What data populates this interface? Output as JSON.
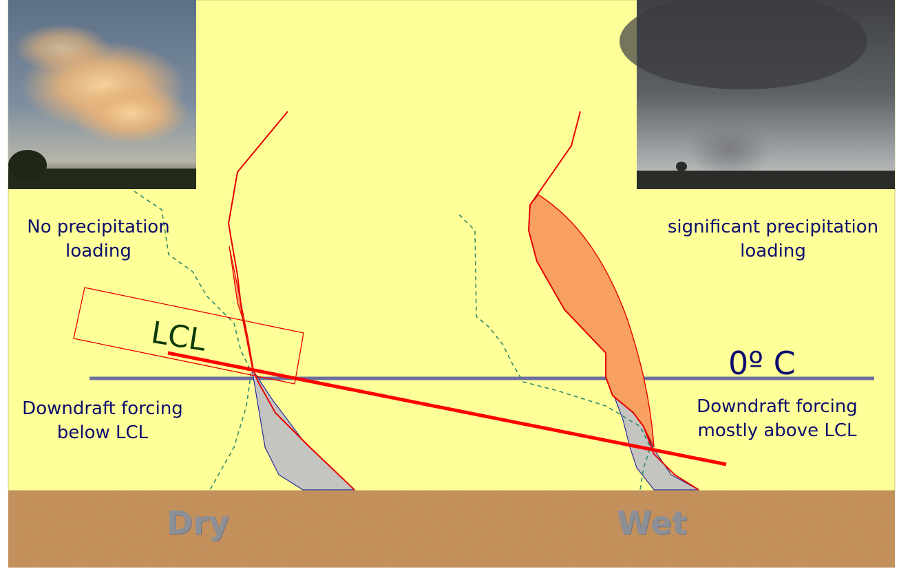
{
  "labels": {
    "dry_top_line1": "No precipitation",
    "dry_top_line2": "loading",
    "wet_top_line1": "significant precipitation",
    "wet_top_line2": "loading",
    "dry_bottom_line1": "Downdraft forcing",
    "dry_bottom_line2": "below LCL",
    "wet_bottom_line1": "Downdraft forcing",
    "wet_bottom_line2": "mostly above LCL",
    "lcl": "LCL",
    "freezing_level": "0º C",
    "ground_dry": "Dry",
    "ground_wet": "Wet"
  },
  "colors": {
    "background": "#ffff99",
    "temperature_profile": "#e60000",
    "lcl_line": "#ff0000",
    "freezing_line": "#6b6f9e",
    "dewpoint_profile": "#2e8b6e",
    "positive_area": "#f8a060",
    "negative_area": "#c4c4c0",
    "ground": "#c8905a",
    "text": "#0c0c6e"
  },
  "icons": {
    "dry_photo": "sunset-cloud-photo",
    "wet_photo": "rain-shaft-photo"
  }
}
